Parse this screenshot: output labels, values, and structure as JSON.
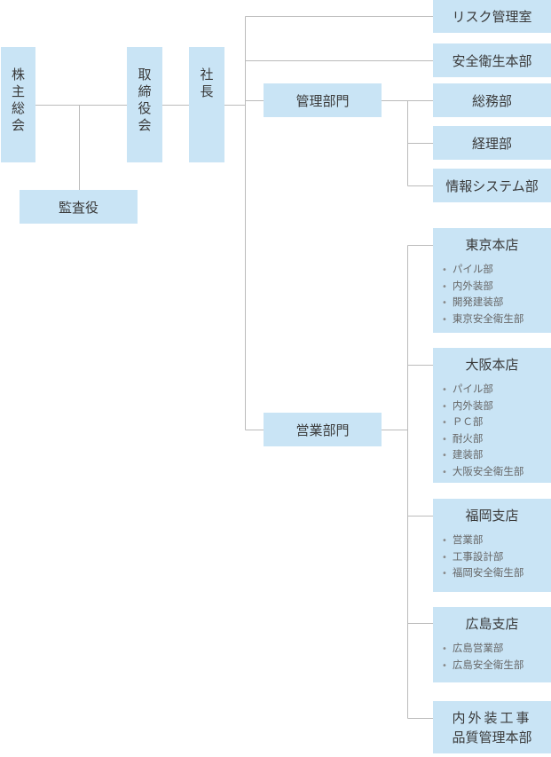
{
  "shareholders": "株主総会",
  "board": "取締役会",
  "president": "社長",
  "auditor": "監査役",
  "admin_division": "管理部門",
  "sales_division": "営業部門",
  "risk_office": "リスク管理室",
  "safety_hq": "安全衛生本部",
  "general_affairs": "総務部",
  "accounting": "経理部",
  "info_systems": "情報システム部",
  "tokyo": {
    "title": "東京本店",
    "items": [
      "パイル部",
      "内外装部",
      "開発建装部",
      "東京安全衛生部"
    ]
  },
  "osaka": {
    "title": "大阪本店",
    "items": [
      "パイル部",
      "内外装部",
      "ＰＣ部",
      "耐火部",
      "建装部",
      "大阪安全衛生部"
    ]
  },
  "fukuoka": {
    "title": "福岡支店",
    "items": [
      "営業部",
      "工事設計部",
      "福岡安全衛生部"
    ]
  },
  "hiroshima": {
    "title": "広島支店",
    "items": [
      "広島営業部",
      "広島安全衛生部"
    ]
  },
  "interior_hq": {
    "line1": "内外装工事",
    "line2": "品質管理本部"
  },
  "colors": {
    "box_fill": "#c9e4f5",
    "line": "#bbbbbb",
    "text": "#3a3a3a"
  }
}
